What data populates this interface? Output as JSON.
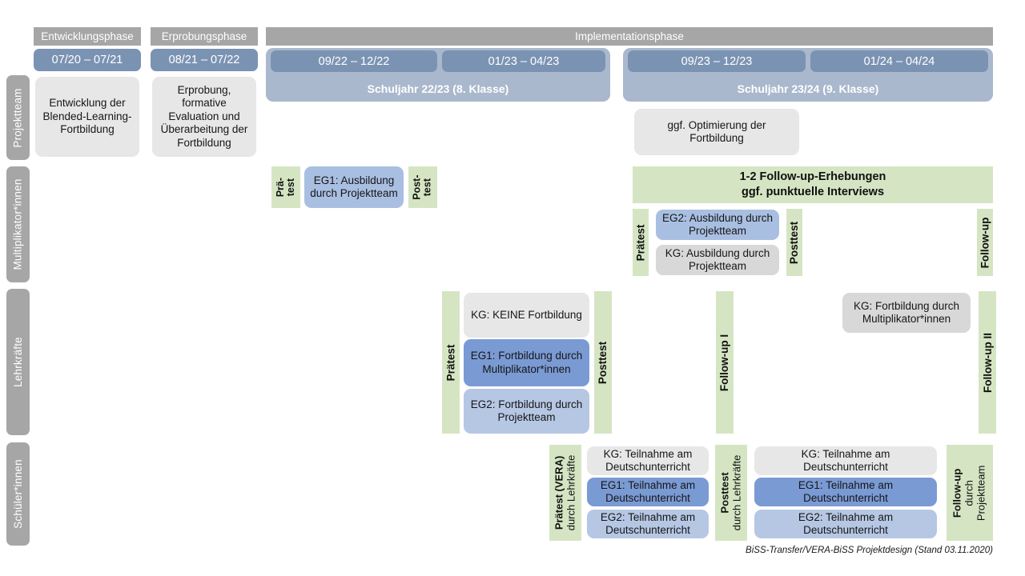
{
  "phases": [
    {
      "label": "Entwicklungsphase"
    },
    {
      "label": "Erprobungsphase"
    },
    {
      "label": "Implementationsphase"
    }
  ],
  "periods": [
    {
      "label": "07/20 – 07/21"
    },
    {
      "label": "08/21 – 07/22"
    },
    {
      "label": "09/22 – 12/22"
    },
    {
      "label": "01/23 – 04/23"
    },
    {
      "label": "09/23 – 12/23"
    },
    {
      "label": "01/24 – 04/24"
    }
  ],
  "school_years": [
    {
      "label": "Schuljahr 22/23 (8. Klasse)"
    },
    {
      "label": "Schuljahr 23/24 (9. Klasse)"
    }
  ],
  "roles": [
    {
      "label": "Projektteam"
    },
    {
      "label": "Multiplikator*innen"
    },
    {
      "label": "Lehrkräfte"
    },
    {
      "label": "Schüler*innen"
    }
  ],
  "projektteam": {
    "entwicklung": "Entwicklung der Blended-Learning-Fortbildung",
    "erprobung": "Erprobung, formative Evaluation und Überarbeitung der Fortbildung",
    "optimierung": "ggf. Optimierung der Fortbildung"
  },
  "multiplikatoren": {
    "praetest_1": "Prä-",
    "praetest_2": "test",
    "posttest_1": "Post-",
    "posttest_2": "test",
    "eg1": "EG1: Ausbildung durch Projektteam",
    "banner_line1": "1-2 Follow-up-Erhebungen",
    "banner_line2": "ggf. punktuelle Interviews",
    "praetest": "Prätest",
    "posttest": "Posttest",
    "followup": "Follow-up",
    "eg2": "EG2: Ausbildung durch Projektteam",
    "kg": "KG: Ausbildung durch Projektteam"
  },
  "lehrkraefte": {
    "praetest": "Prätest",
    "posttest": "Posttest",
    "followup_1": "Follow-up I",
    "followup_2": "Follow-up II",
    "kg_keine": "KG:  KEINE Fortbildung",
    "eg1": "EG1: Fortbildung durch Multiplikator*innen",
    "eg2": "EG2: Fortbildung durch Projektteam",
    "kg_multi": "KG: Fortbildung durch Multiplikator*innen"
  },
  "schueler": {
    "praetest_bold": "Prätest (VERA)",
    "praetest_sub": "durch Lehrkräfte",
    "posttest_bold": "Posttest",
    "posttest_sub": "durch Lehrkräfte",
    "followup_bold": "Follow-up",
    "followup_sub1": "durch",
    "followup_sub2": "Projektteam",
    "kg": "KG: Teilnahme am Deutschunterricht",
    "eg1": "EG1: Teilnahme am Deutschunterricht",
    "eg2": "EG2: Teilnahme am Deutschunterricht"
  },
  "footer": "BiSS-Transfer/VERA-BiSS Projektdesign (Stand 03.11.2020)",
  "colors": {
    "gray_header": "#a6a6a6",
    "date_pill": "#7b93b3",
    "schuljahr": "#aab8cd",
    "green": "#d5e5c3",
    "blue_dark": "#7a9ad4",
    "blue_mid": "#a9bfe2",
    "blue_light": "#b6c7e4",
    "box_gray": "#e7e7e7"
  }
}
